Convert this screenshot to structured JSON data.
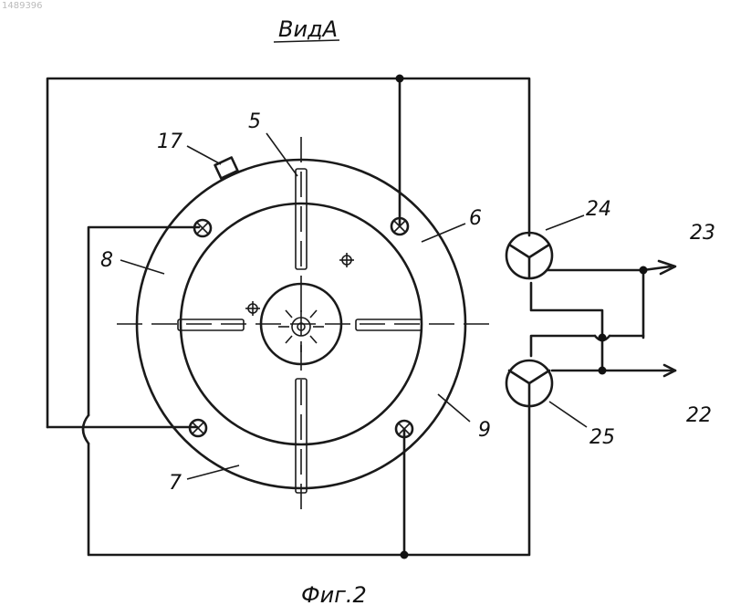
{
  "header": {
    "view_label": "ВидА",
    "stamp": "1489396"
  },
  "figure": {
    "caption": "Фиг.2"
  },
  "callouts": [
    {
      "id": "5",
      "text": "5"
    },
    {
      "id": "6",
      "text": "6"
    },
    {
      "id": "7",
      "text": "7"
    },
    {
      "id": "8",
      "text": "8"
    },
    {
      "id": "9",
      "text": "9"
    },
    {
      "id": "17",
      "text": "17"
    },
    {
      "id": "22",
      "text": "22"
    },
    {
      "id": "23",
      "text": "23"
    },
    {
      "id": "24",
      "text": "24"
    },
    {
      "id": "25",
      "text": "25"
    }
  ]
}
